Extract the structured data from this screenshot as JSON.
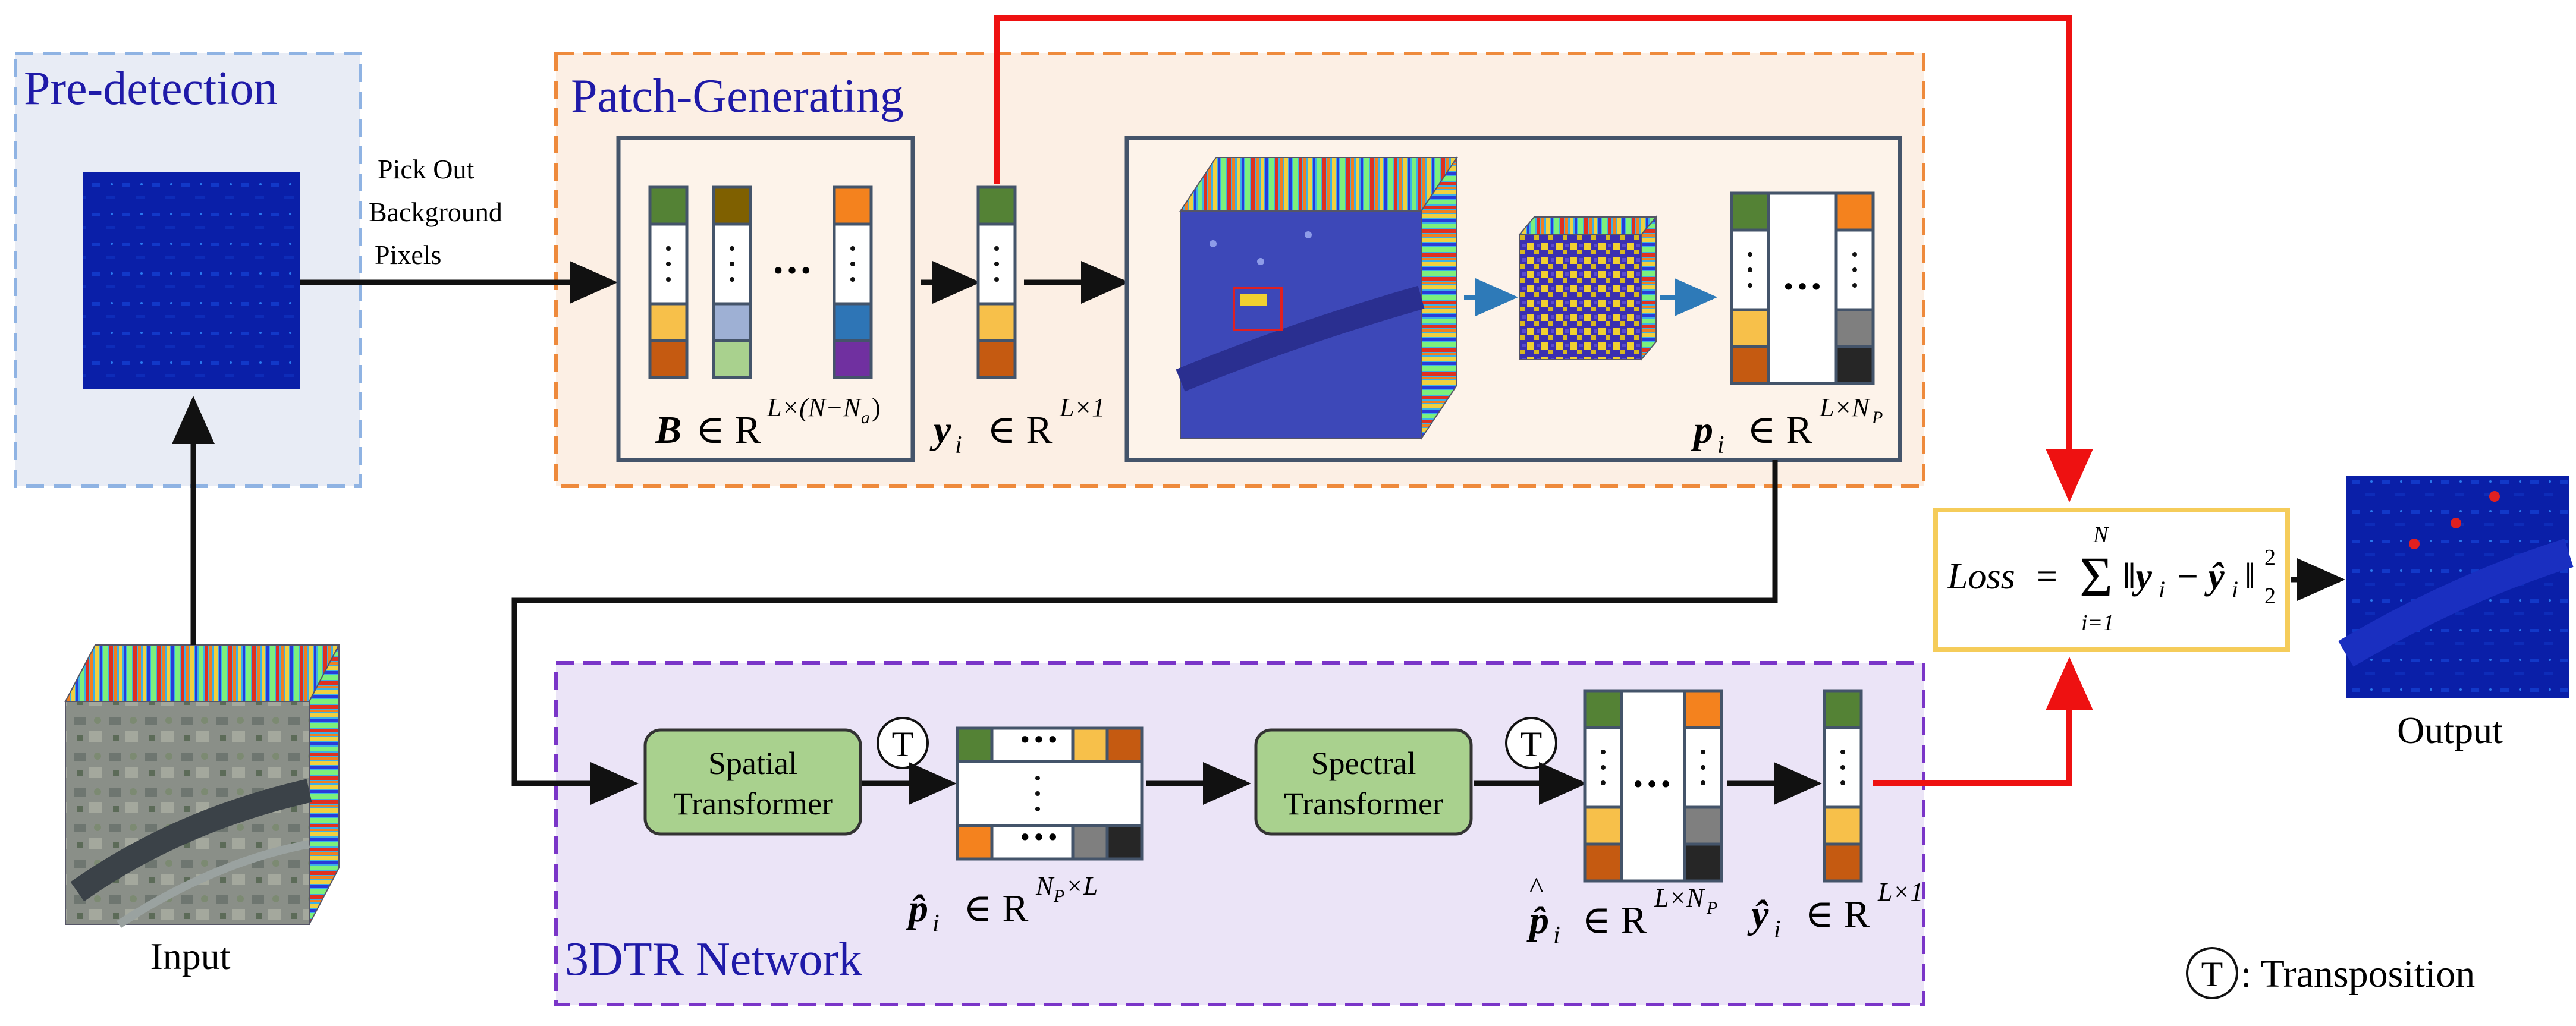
{
  "sections": {
    "predetection": {
      "title": "Pre-detection"
    },
    "patch_generating": {
      "title": "Patch-Generating"
    },
    "network": {
      "title": "3DTR Network"
    }
  },
  "arrow_label": [
    "Pick Out",
    "Background",
    "Pixels"
  ],
  "labels": {
    "input": "Input",
    "output": "Output",
    "transposition_symbol": "T",
    "transposition_text": ": Transposition",
    "spatial_transformer": [
      "Spatial",
      "Transformer"
    ],
    "spectral_transformer": [
      "Spectral",
      "Transformer"
    ],
    "dots": "···"
  },
  "math": {
    "B": {
      "base": "B",
      "rel": "∈ R",
      "sup": "L×(N−N",
      "sup_sub": "a",
      "sup_end": ")"
    },
    "y": {
      "base": "y",
      "sub": "i",
      "rel": "∈ R",
      "sup": "L×1"
    },
    "p": {
      "base": "p",
      "sub": "i",
      "rel": "∈ R",
      "sup": "L×N",
      "sup_sub": "P"
    },
    "p_hat": {
      "base": "p̂",
      "sub": "i",
      "rel": "∈ R",
      "sup": "N",
      "sup_sub": "P",
      "sup_end": "×L"
    },
    "p_hathat": {
      "base": "p̂",
      "sub": "i",
      "rel": "∈ R",
      "sup": "L×N",
      "sup_sub": "P"
    },
    "y_hat": {
      "base": "ŷ",
      "sub": "i",
      "rel": "∈ R",
      "sup": "L×1"
    },
    "loss": {
      "lhs": "Loss",
      "eq": "=",
      "sum_top": "N",
      "sum_bottom": "i=1",
      "body": "‖y",
      "sub": "i",
      "minus": "− ŷ",
      "sub2": "i",
      "norm_end": "‖",
      "exp": "2",
      "norm_sub": "2"
    }
  },
  "colors": {
    "predetect_border": "#8fb3e3",
    "predetect_fill": "#e8ecf5",
    "patch_border": "#ee8a3c",
    "patch_fill": "#fcefe4",
    "network_border": "#7a35c8",
    "network_fill": "#ebe4f7",
    "loss_border": "#f5cc5a",
    "red_arrow": "#ee1111",
    "blue_arrow": "#2e7ab8",
    "transformer_fill": "#a9d18e",
    "green": "#548235",
    "brown": "#7f6000",
    "orange": "#f4821e",
    "yellow": "#f7c04a",
    "rust": "#c55a11",
    "lightblue": "#9eb0d4",
    "lightgreen": "#a9d18e",
    "blue": "#2e75b6",
    "purple": "#7030a0",
    "gray": "#7f7f7f",
    "black": "#262626"
  }
}
